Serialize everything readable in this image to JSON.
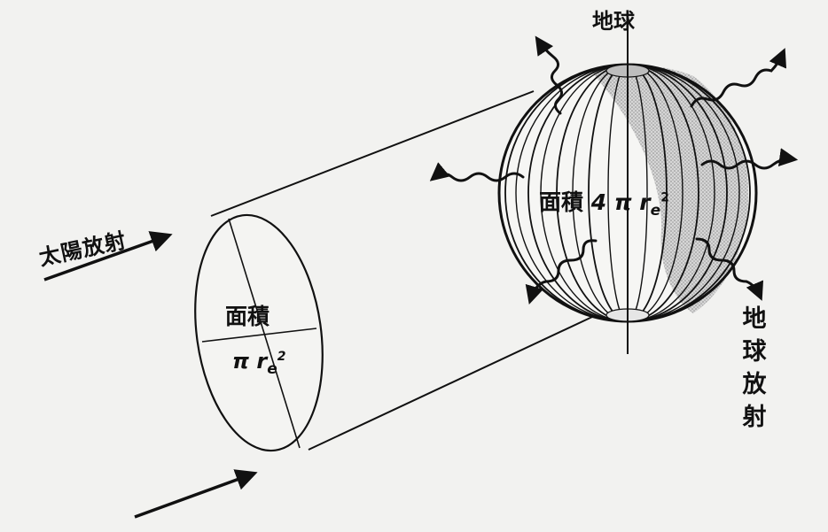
{
  "labels": {
    "earth": "地球",
    "solar_radiation": "太陽放射",
    "earth_radiation": "地球放射",
    "sphere_area_word": "面積",
    "sphere_area_formula_prefix": "4 π r",
    "sphere_area_subscript": "e",
    "sphere_area_exponent": "2",
    "disk_area_word": "面積",
    "disk_area_formula_prefix": "π r",
    "disk_area_subscript": "e",
    "disk_area_exponent": "2"
  }
}
